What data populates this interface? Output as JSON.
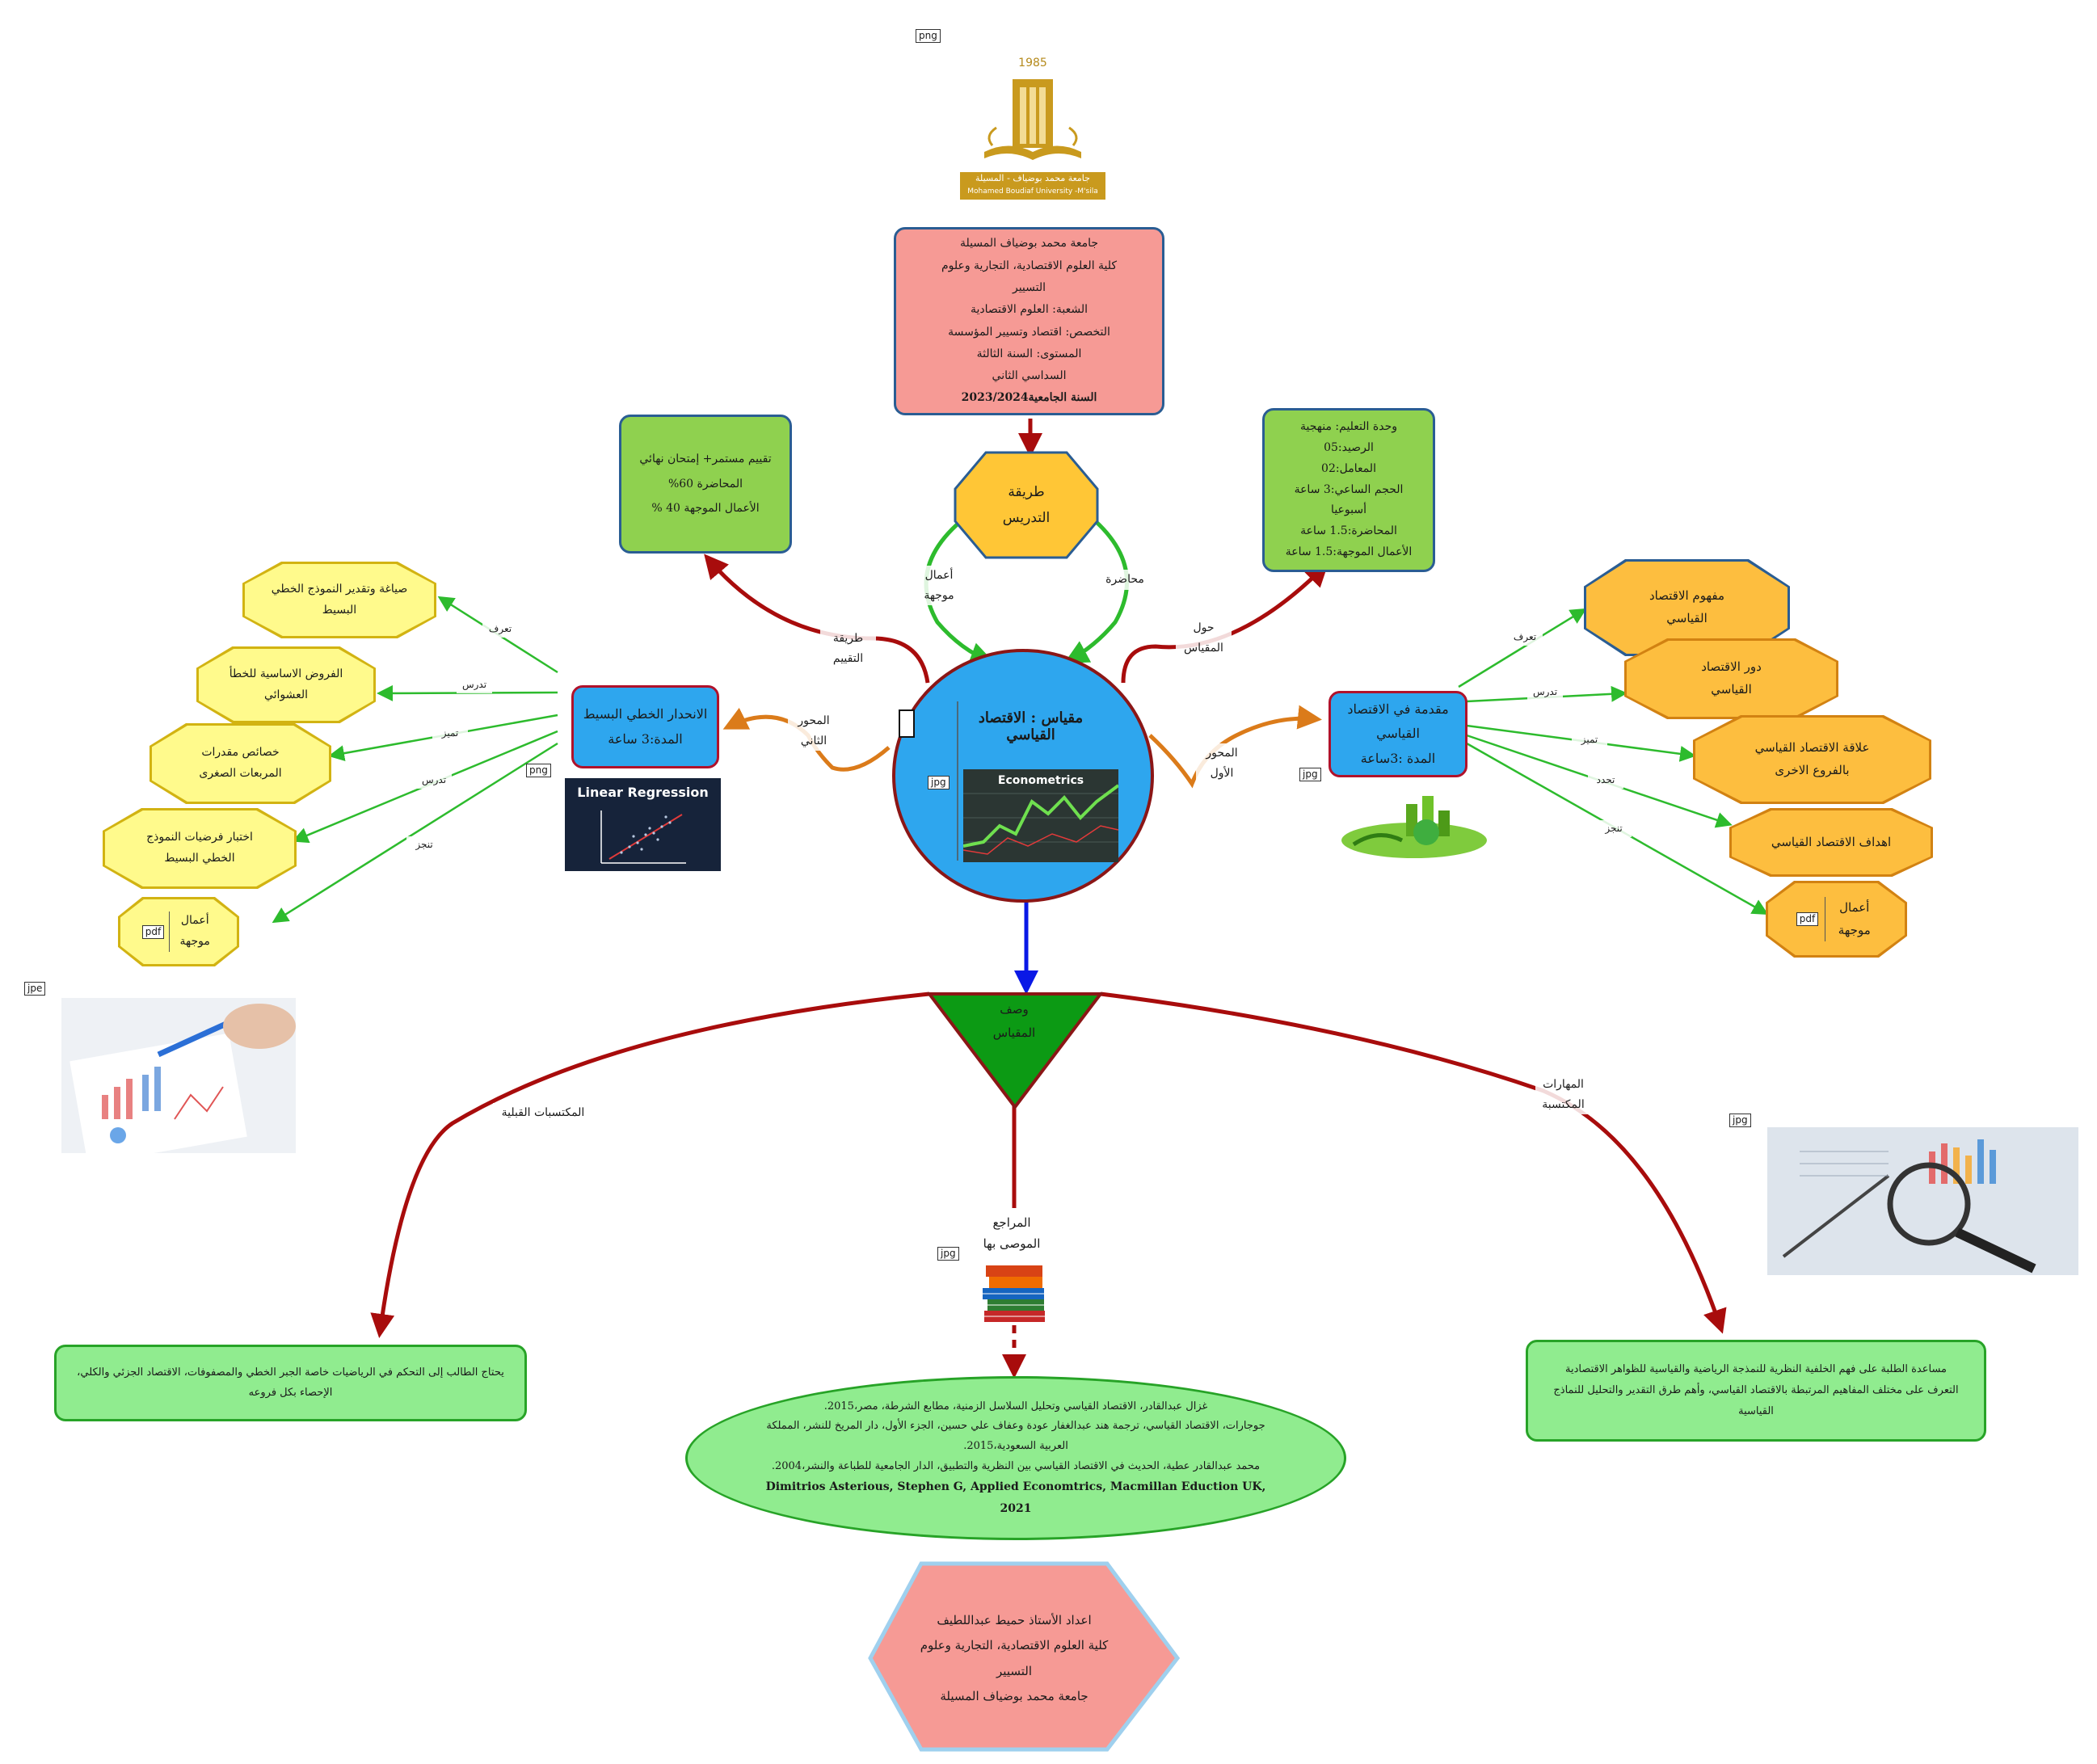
{
  "logo": {
    "year": "1985",
    "name_ar": "جامعة محمد بوضياف - المسيلة",
    "name_en": "Mohamed Boudiaf University -M'sila",
    "format_tag": "png"
  },
  "university_box": {
    "lines": [
      "جامعة محمد بوضياف المسيلة",
      "كلية العلوم الاقتصادية، التجارية وعلوم",
      "التسيير",
      "الشعبة: العلوم الاقتصادية",
      "التخصص: اقتصاد وتسيير المؤسسة",
      "المستوى: السنة الثالثة",
      "السداسي الثاني",
      "السنة الجامعية2023/2024"
    ]
  },
  "teaching_method": {
    "title": "طريقة التدريس",
    "left": "أعمال موجهة",
    "right": "محاضرة"
  },
  "evaluation_box": {
    "lines": [
      "تقييم مستمر+ إمتحان نهائي",
      "المحاضرة 60%",
      "الأعمال الموجهة 40 %"
    ]
  },
  "unit_box": {
    "lines": [
      "وحدة التعليم: منهجية",
      "الرصيد:05",
      "المعامل:02",
      "الحجم الساعي:3 ساعة",
      "أسبوعيا",
      "المحاضرة:1.5 ساعة",
      "الأعمال الموجهة:1.5 ساعة"
    ]
  },
  "center": {
    "title": "مقياس : الاقتصاد القياسي",
    "image_text": "Econometrics",
    "format_tag": "jpg"
  },
  "connectors": {
    "evaluation": "طريقة التقييم",
    "about": "حول المقياس",
    "axis2": "المحور الثاني",
    "axis1": "المحور الأول"
  },
  "axis1": {
    "title": "مقدمة في الاقتصاد القياسي",
    "duration": "المدة :3ساعة",
    "format_tag": "jpg",
    "items": [
      {
        "verb": "تعرف",
        "text": "مفهوم الاقتصاد القياسي"
      },
      {
        "verb": "تدرس",
        "text": "دور الاقتصاد القياسي"
      },
      {
        "verb": "تميز",
        "text": "علاقة الاقتصاد القياسي بالفروع الاخرى"
      },
      {
        "verb": "تحدد",
        "text": "اهداف الاقتصاد القياسي"
      },
      {
        "verb": "تنجز",
        "text": "أعمال موجهة",
        "tag": "pdf"
      }
    ]
  },
  "axis2": {
    "title": "الانحدار الخطي البسيط",
    "duration": "المدة:3 ساعة",
    "format_tag": "png",
    "image_text": "Linear Regression",
    "items": [
      {
        "verb": "تعرف",
        "text": "صياغة وتقدير النموذج الخطي البسيط"
      },
      {
        "verb": "تدرس",
        "text": "الفروض الاساسية للخطأ العشوائي"
      },
      {
        "verb": "تميز",
        "text": "خصائص مقدرات المربعات الصغرى"
      },
      {
        "verb": "تدرس",
        "text": "اختبار فرضيات النموذج الخطي البسيط"
      },
      {
        "verb": "تنجز",
        "text": "أعمال موجهة",
        "tag": "pdf"
      }
    ]
  },
  "description": {
    "title": "وصف المقياس"
  },
  "branches": {
    "prereq_label": "المكتسبات القبلية",
    "skills_label": "المهارات المكتسبة",
    "refs_label": "المراجع الموصى بها"
  },
  "prereq_box": {
    "text": "يحتاج الطالب إلى التحكم في الرياضيات خاصة الجبر الخطي والمصفوفات، الاقتصاد الجزئي والكلي، الإحصاء بكل فروعه"
  },
  "skills_box": {
    "lines": [
      "مساعدة الطلبة على فهم الخلفية النظرية للنمذجة الرياضية والقياسية للظواهر الاقتصادية",
      "التعرف على مختلف المفاهيم المرتبطة بالاقتصاد القياسي، وأهم طرق التقدير والتحليل للنماذج",
      "القياسية"
    ]
  },
  "refs_box": {
    "lines": [
      "غزال عبدالقادر، الاقتصاد القياسي وتحليل السلاسل الزمنية، مطابع الشرطة، مصر،2015.",
      "جوجارات، الاقتصاد القياسي، ترجمة هند عبدالغفار عودة وعفاف علي حسين، الجزء الأول، دار المريخ للنشر، المملكة العربية السعودية،2015.",
      "محمد عبدالقادر عطية، الحديث في الاقتصاد القياسي بين النظرية والتطبيق، الدار الجامعية للطباعة والنشر،2004.",
      "Dimitrios Asterious, Stephen G, Applied Economtrics, Macmillan Eduction UK, 2021"
    ]
  },
  "author_box": {
    "lines": [
      "اعداد الأستاذ حميط عبداللطيف",
      "كلية العلوم الاقتصادية، التجارية وعلوم",
      "التسيير",
      "جامعة محمد بوضياف المسيلة"
    ]
  },
  "image_tags": {
    "left_photo": "jpe",
    "right_photo": "jpg",
    "books": "jpg"
  },
  "colors": {
    "dark_red": "#a80c0c",
    "green_arrow": "#2dbb2d",
    "orange": "#db7b1a",
    "blue_arrow": "#0a19e6"
  }
}
